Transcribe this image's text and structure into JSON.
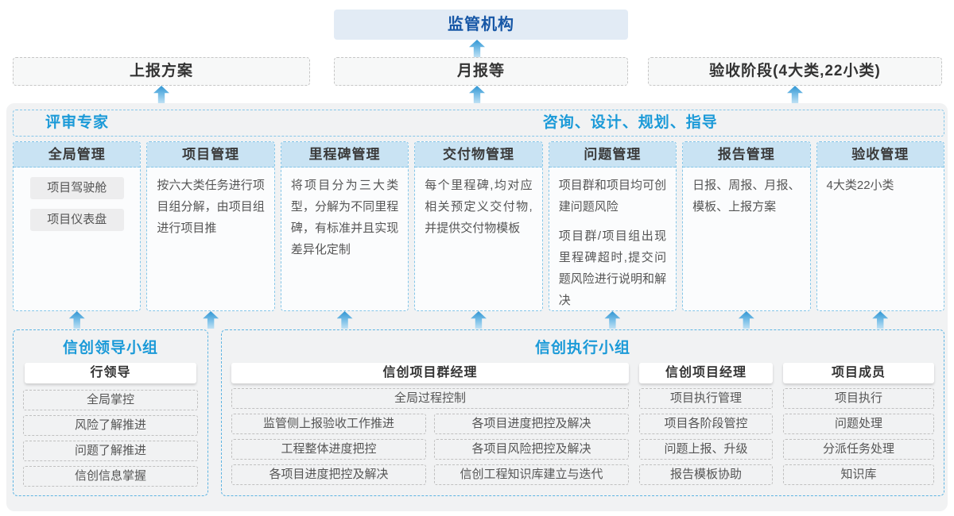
{
  "top": {
    "regulator": "监管机构",
    "outputs": [
      "上报方案",
      "月报等",
      "验收阶段(4大类,22小类)"
    ]
  },
  "experts_band": {
    "left_label": "评审专家",
    "right_label": "咨询、设计、规划、指导"
  },
  "columns": [
    {
      "title": "全局管理",
      "buttons": [
        "项目驾驶舱",
        "项目仪表盘"
      ]
    },
    {
      "title": "项目管理",
      "paragraphs": [
        "按六大类任务进行项目组分解，由项目组进行项目推"
      ]
    },
    {
      "title": "里程碑管理",
      "paragraphs": [
        "将项目分为三大类型，分解为不同里程碑，有标准并且实现差异化定制"
      ]
    },
    {
      "title": "交付物管理",
      "paragraphs": [
        "每个里程碑,均对应相关预定义交付物,并提供交付物模板"
      ]
    },
    {
      "title": "问题管理",
      "paragraphs": [
        "项目群和项目均可创建问题风险",
        "项目群/项目组出现里程碑超时,提交问题风险进行说明和解决"
      ]
    },
    {
      "title": "报告管理",
      "paragraphs": [
        "日报、周报、月报、模板、上报方案"
      ]
    },
    {
      "title": "验收管理",
      "paragraphs": [
        "4大类22小类"
      ]
    }
  ],
  "leadership_group": {
    "title": "信创领导小组",
    "role": "行领导",
    "items": [
      "全局掌控",
      "风险了解推进",
      "问题了解推进",
      "信创信息掌握"
    ]
  },
  "execution_group": {
    "title": "信创执行小组",
    "program_manager": {
      "role": "信创项目群经理",
      "full_item": "全局过程控制",
      "left_items": [
        "监管侧上报验收工作推进",
        "工程整体进度把控",
        "各项目进度把控及解决"
      ],
      "right_items": [
        "各项目进度把控及解决",
        "各项目风险把控及解决",
        "信创工程知识库建立与迭代"
      ]
    },
    "project_manager": {
      "role": "信创项目经理",
      "items": [
        "项目执行管理",
        "项目各阶段管控",
        "问题上报、升级",
        "报告模板协助"
      ]
    },
    "member": {
      "role": "项目成员",
      "items": [
        "项目执行",
        "问题处理",
        "分派任务处理",
        "知识库"
      ]
    }
  },
  "colors": {
    "accent_blue": "#1b9ad8",
    "dark_blue": "#1757a6",
    "header_fill": "#c9e3f3",
    "panel_fill": "#f1f2f3",
    "dashed_blue": "#85c6e8",
    "arrow_blue": "#2f95d3"
  }
}
